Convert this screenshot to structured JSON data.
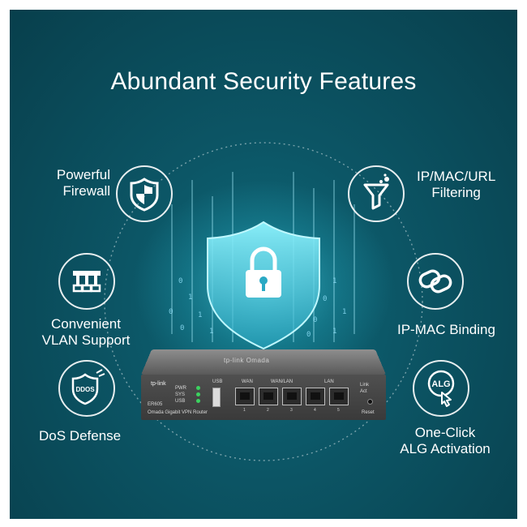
{
  "title": "Abundant Security Features",
  "features": {
    "powerful_firewall": [
      "Powerful",
      "Firewall"
    ],
    "ip_mac_url": [
      "IP/MAC/URL",
      "Filtering"
    ],
    "vlan": [
      "Convenient",
      "VLAN Support"
    ],
    "ip_mac_binding": "IP-MAC Binding",
    "dos": "DoS Defense",
    "alg": [
      "One-Click",
      "ALG Activation"
    ]
  },
  "icon_text": {
    "ddos": "DDOS",
    "alg": "ALG"
  },
  "router": {
    "logo": "tp-link",
    "top_brand": "tp-link  Omada",
    "model": "ER605",
    "subtitle": "Omada Gigabit VPN Router",
    "usb": "USB",
    "wan": "WAN",
    "wan_lan": "WAN/LAN",
    "lan": "LAN",
    "led_labels": [
      "PWR",
      "SYS",
      "USB"
    ],
    "port_numbers": [
      "1",
      "2",
      "3",
      "4",
      "5"
    ],
    "link_act": [
      "Link",
      "Act"
    ],
    "reset": "Reset"
  },
  "colors": {
    "background": "#0b4f5e",
    "accent_glow": "#33d6f0",
    "text": "#ffffff"
  }
}
